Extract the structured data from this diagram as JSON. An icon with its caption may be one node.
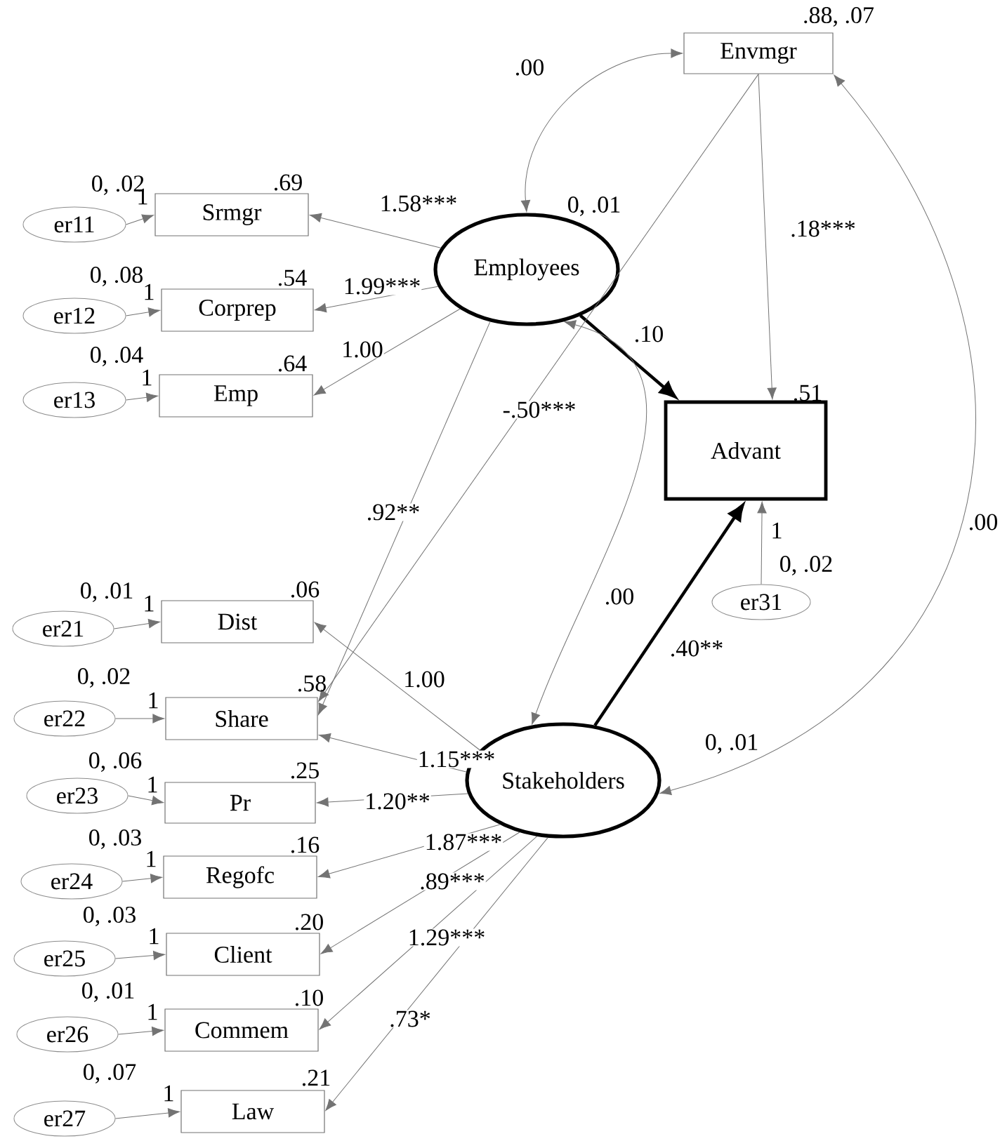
{
  "diagram": {
    "nodes": [
      {
        "text": [
          "Envmgr"
        ],
        "beside": [
          ".88, .07"
        ]
      },
      {
        "text": [
          "Employees"
        ],
        "beside": [
          "0, .01"
        ]
      },
      {
        "text": [
          "Srmgr"
        ],
        "beside": [
          ".69"
        ]
      },
      {
        "text": [
          "Corprep"
        ],
        "beside": [
          ".54"
        ]
      },
      {
        "text": [
          "Emp"
        ],
        "beside": [
          ".64"
        ]
      },
      {
        "text": [
          "er11"
        ],
        "beside": [
          "0, .02"
        ]
      },
      {
        "text": [
          "er12"
        ],
        "beside": [
          "0, .08"
        ]
      },
      {
        "text": [
          "er13"
        ],
        "beside": [
          "0, .04"
        ]
      },
      {
        "text": [
          "Advant"
        ],
        "beside": [
          ".51"
        ]
      },
      {
        "text": [
          "er31"
        ],
        "beside": [
          "0, .02"
        ]
      },
      {
        "text": [
          "Stakeholders"
        ],
        "beside": [
          "0, .01"
        ]
      },
      {
        "text": [
          "Dist"
        ],
        "beside": [
          ".06"
        ]
      },
      {
        "text": [
          "Share"
        ],
        "beside": [
          ".58"
        ]
      },
      {
        "text": [
          "Pr"
        ],
        "beside": [
          ".25"
        ]
      },
      {
        "text": [
          "Regofc"
        ],
        "beside": [
          ".16"
        ]
      },
      {
        "text": [
          "Client"
        ],
        "beside": [
          ".20"
        ]
      },
      {
        "text": [
          "Commem"
        ],
        "beside": [
          ".10"
        ]
      },
      {
        "text": [
          "Law"
        ],
        "beside": [
          ".21"
        ]
      },
      {
        "text": [
          "er21"
        ],
        "beside": [
          "0, .01"
        ]
      },
      {
        "text": [
          "er22"
        ],
        "beside": [
          "0, .02"
        ]
      },
      {
        "text": [
          "er23"
        ],
        "beside": [
          "0, .06"
        ]
      },
      {
        "text": [
          "er24"
        ],
        "beside": [
          "0, .03"
        ]
      },
      {
        "text": [
          "er25"
        ],
        "beside": [
          "0, .03"
        ]
      },
      {
        "text": [
          "er26"
        ],
        "beside": [
          "0, .01"
        ]
      },
      {
        "text": [
          "er27"
        ],
        "beside": [
          "0, .07"
        ]
      }
    ],
    "edges": [
      {
        "from": 1,
        "to": 0,
        "arrow": "both",
        "label": ".00"
      },
      {
        "from": 1,
        "to": 2,
        "arrow": "to",
        "label": "1.58***"
      },
      {
        "from": 1,
        "to": 3,
        "arrow": "to",
        "label": "1.99***"
      },
      {
        "from": 1,
        "to": 4,
        "arrow": "to",
        "label": "1.00"
      },
      {
        "from": 5,
        "to": 2,
        "arrow": "to",
        "label": "1"
      },
      {
        "from": 6,
        "to": 3,
        "arrow": "to",
        "label": "1"
      },
      {
        "from": 7,
        "to": 4,
        "arrow": "to",
        "label": "1"
      },
      {
        "from": 1,
        "to": 8,
        "arrow": "to",
        "label": ".10",
        "style": "thick",
        "color": "#000000"
      },
      {
        "from": 0,
        "to": 8,
        "arrow": "to",
        "label": ".18***"
      },
      {
        "from": 0,
        "to": 12,
        "arrow": "to",
        "label": "-.50***"
      },
      {
        "from": 1,
        "to": 12,
        "arrow": "to",
        "label": ".92**"
      },
      {
        "from": 1,
        "to": 10,
        "arrow": "both",
        "label": ".00"
      },
      {
        "from": 10,
        "to": 8,
        "arrow": "to",
        "label": ".40**",
        "style": "thick",
        "color": "#000000"
      },
      {
        "from": 9,
        "to": 8,
        "arrow": "to",
        "label": "1"
      },
      {
        "from": 0,
        "to": 10,
        "arrow": "both",
        "label": ".00"
      },
      {
        "from": 10,
        "to": 11,
        "arrow": "to",
        "label": "1.00"
      },
      {
        "from": 10,
        "to": 12,
        "arrow": "to",
        "label": "1.15***"
      },
      {
        "from": 10,
        "to": 13,
        "arrow": "to",
        "label": "1.20**"
      },
      {
        "from": 10,
        "to": 14,
        "arrow": "to",
        "label": "1.87***"
      },
      {
        "from": 10,
        "to": 15,
        "arrow": "to",
        "label": ".89***"
      },
      {
        "from": 10,
        "to": 16,
        "arrow": "to",
        "label": "1.29***"
      },
      {
        "from": 10,
        "to": 17,
        "arrow": "to",
        "label": ".73*"
      },
      {
        "from": 18,
        "to": 11,
        "arrow": "to",
        "label": "1"
      },
      {
        "from": 19,
        "to": 12,
        "arrow": "to",
        "label": "1"
      },
      {
        "from": 20,
        "to": 13,
        "arrow": "to",
        "label": "1"
      },
      {
        "from": 21,
        "to": 14,
        "arrow": "to",
        "label": "1"
      },
      {
        "from": 22,
        "to": 15,
        "arrow": "to",
        "label": "1"
      },
      {
        "from": 23,
        "to": 16,
        "arrow": "to",
        "label": "1"
      },
      {
        "from": 24,
        "to": 17,
        "arrow": "to",
        "label": "1"
      }
    ]
  }
}
